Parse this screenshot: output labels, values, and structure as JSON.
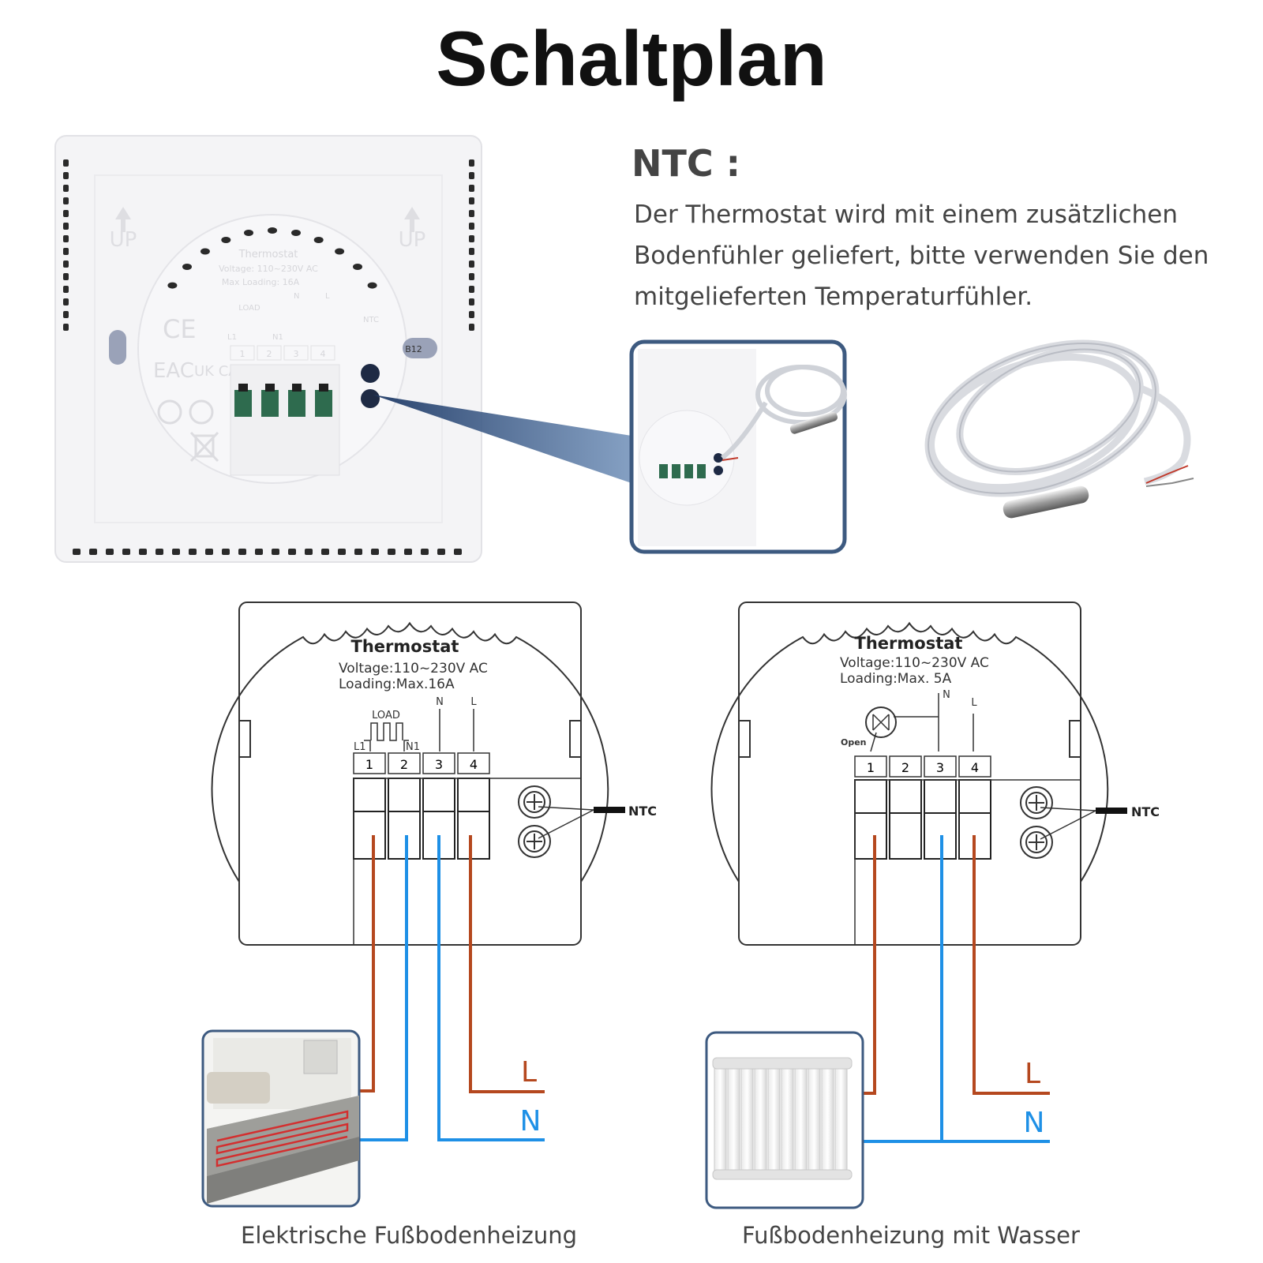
{
  "title": "Schaltplan",
  "ntc": {
    "heading": "NTC :",
    "description_lines": [
      "Der Thermostat wird mit einem zusätzlichen",
      "Bodenfühler geliefert, bitte verwenden Sie den",
      "mitgelieferten Temperaturfühler."
    ]
  },
  "photo_back": {
    "up_label": "UP",
    "print_title": "Thermostat",
    "print_voltage": "Voltage: 110~230V AC",
    "print_loading": "Max Loading: 16A",
    "load_label": "LOAD",
    "terminal_labels": [
      "L1",
      "N1",
      "N",
      "L"
    ],
    "terminals": [
      "1",
      "2",
      "3",
      "4"
    ],
    "ntc_label": "NTC",
    "cert_marks": [
      "CE",
      "EAC",
      "UK CA"
    ],
    "badge_label": "B12"
  },
  "diagram_electric": {
    "title": "Thermostat",
    "voltage": "Voltage:110~230V AC",
    "loading": "Loading:Max.16A",
    "load_label": "LOAD",
    "l1_label": "L1",
    "n1_label": "N1",
    "n_label": "N",
    "l_label": "L",
    "terminals": [
      "1",
      "2",
      "3",
      "4"
    ],
    "ntc_label": "NTC",
    "supply_l": "L",
    "supply_n": "N"
  },
  "diagram_water": {
    "title": "Thermostat",
    "voltage": "Voltage:110~230V AC",
    "loading": "Loading:Max. 5A",
    "n_label": "N",
    "l_label": "L",
    "open_label": "Open",
    "terminals": [
      "1",
      "2",
      "3",
      "4"
    ],
    "ntc_label": "NTC",
    "supply_l": "L",
    "supply_n": "N"
  },
  "captions": {
    "electric": "Elektrische Fußbodenheizung",
    "water": "Fußbodenheizung mit Wasser"
  },
  "colors": {
    "live_wire": "#b5481f",
    "neutral_wire": "#1e90e6",
    "frame_blue": "#3d5a80"
  }
}
